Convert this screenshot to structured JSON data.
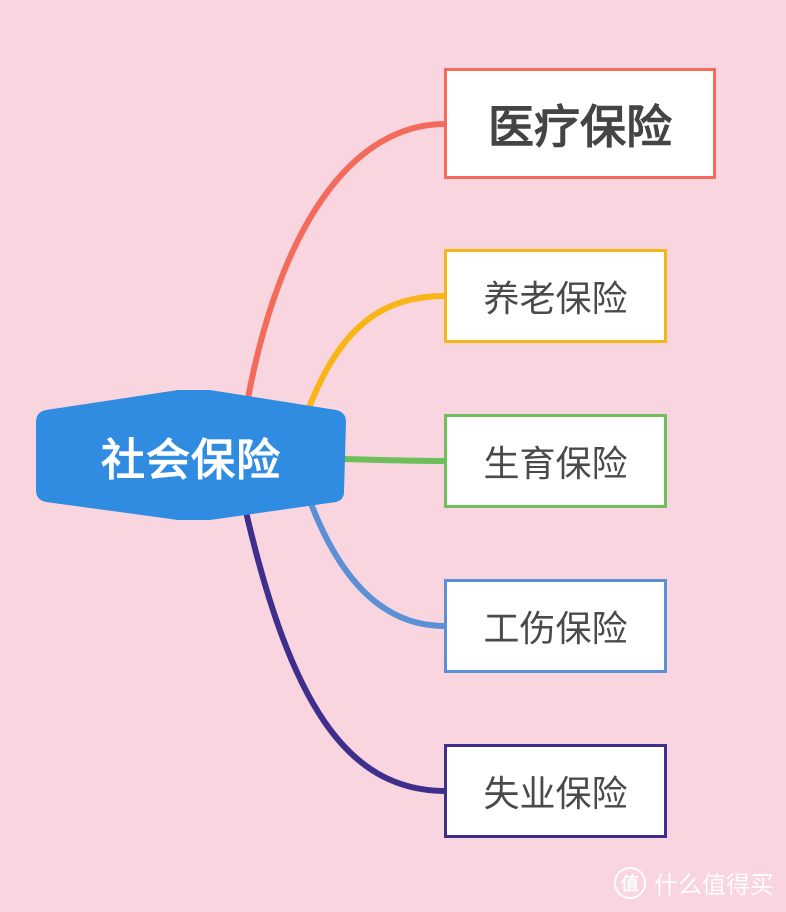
{
  "colors": {
    "background": "#f8d5df",
    "center_fill": "#2f8ce0",
    "center_text": "#ffffff"
  },
  "center": {
    "label": "社会保险"
  },
  "branches": [
    {
      "label": "医疗保险",
      "color": "#f26b5b"
    },
    {
      "label": "养老保险",
      "color": "#f9b516"
    },
    {
      "label": "生育保险",
      "color": "#6dbf5a"
    },
    {
      "label": "工伤保险",
      "color": "#5b8fd6"
    },
    {
      "label": "失业保险",
      "color": "#3f2f8c"
    }
  ],
  "watermark": {
    "icon": "值-logo-icon",
    "icon_glyph": "值",
    "text": "什么值得买"
  }
}
